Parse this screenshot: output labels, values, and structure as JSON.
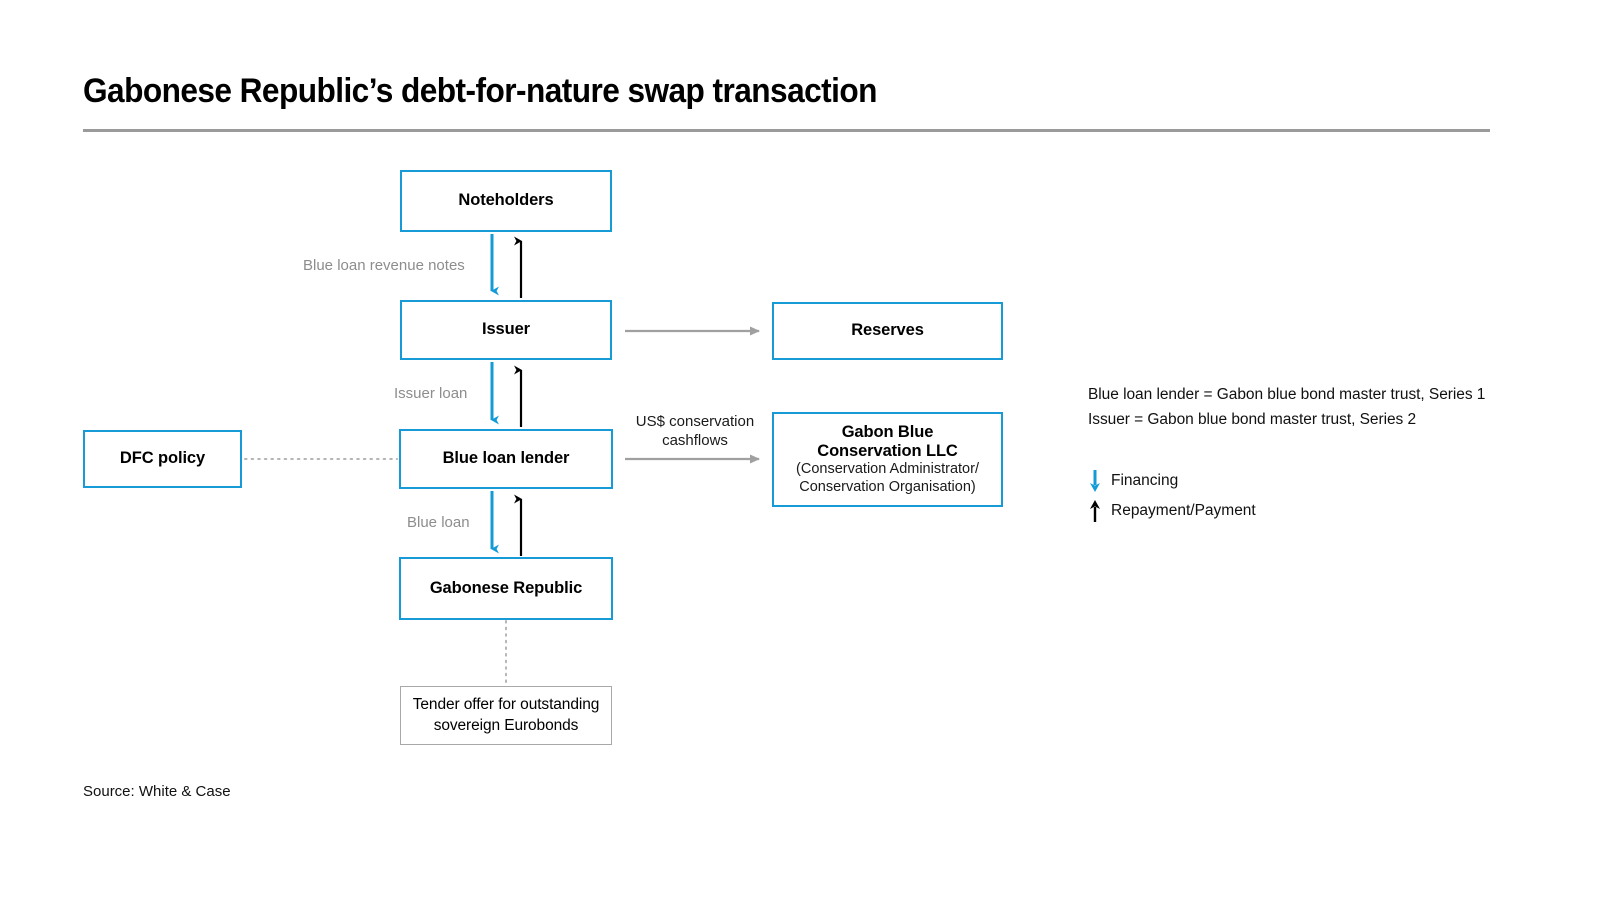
{
  "header": {
    "title": "Gabonese Republic’s debt-for-nature swap transaction"
  },
  "colors": {
    "node_border_blue": "#169BD7",
    "financing_arrow_blue": "#139BD7",
    "repayment_arrow_black": "#000000",
    "flow_arrow_gray": "#a0a0a0",
    "dotted_line_gray": "#b5b5b5",
    "label_gray": "#8d8d8d",
    "rule_gray": "#9a9a9a",
    "plain_box_border_gray": "#a8a8a8",
    "background": "#ffffff"
  },
  "diagram": {
    "nodes": {
      "noteholders": {
        "title": "Noteholders"
      },
      "issuer": {
        "title": "Issuer"
      },
      "reserves": {
        "title": "Reserves"
      },
      "dfc_policy": {
        "title": "DFC policy"
      },
      "blue_loan_lender": {
        "title": "Blue loan lender"
      },
      "gabon_blue_conservation": {
        "title_line1": "Gabon Blue",
        "title_line2": "Conservation LLC",
        "sub_line1": "(Conservation Administrator/",
        "sub_line2": "Conservation Organisation)"
      },
      "gabonese_republic": {
        "title": "Gabonese Republic"
      },
      "tender_offer": {
        "line1": "Tender offer for outstanding",
        "line2": "sovereign Eurobonds"
      }
    },
    "edge_labels": {
      "blue_loan_revenue_notes": "Blue loan revenue notes",
      "issuer_loan": "Issuer loan",
      "blue_loan": "Blue loan",
      "usd_conservation_cashflows_line1": "US$ conservation",
      "usd_conservation_cashflows_line2": "cashflows"
    }
  },
  "notes": {
    "line1": "Blue loan lender = Gabon blue bond master trust, Series 1",
    "line2": "Issuer = Gabon blue bond master trust, Series 2"
  },
  "legend": {
    "items": [
      {
        "icon": "arrow-down-icon",
        "label": "Financing",
        "color": "#139BD7"
      },
      {
        "icon": "arrow-up-icon",
        "label": "Repayment/Payment",
        "color": "#000000"
      }
    ]
  },
  "source": {
    "text": "Source: White & Case"
  }
}
